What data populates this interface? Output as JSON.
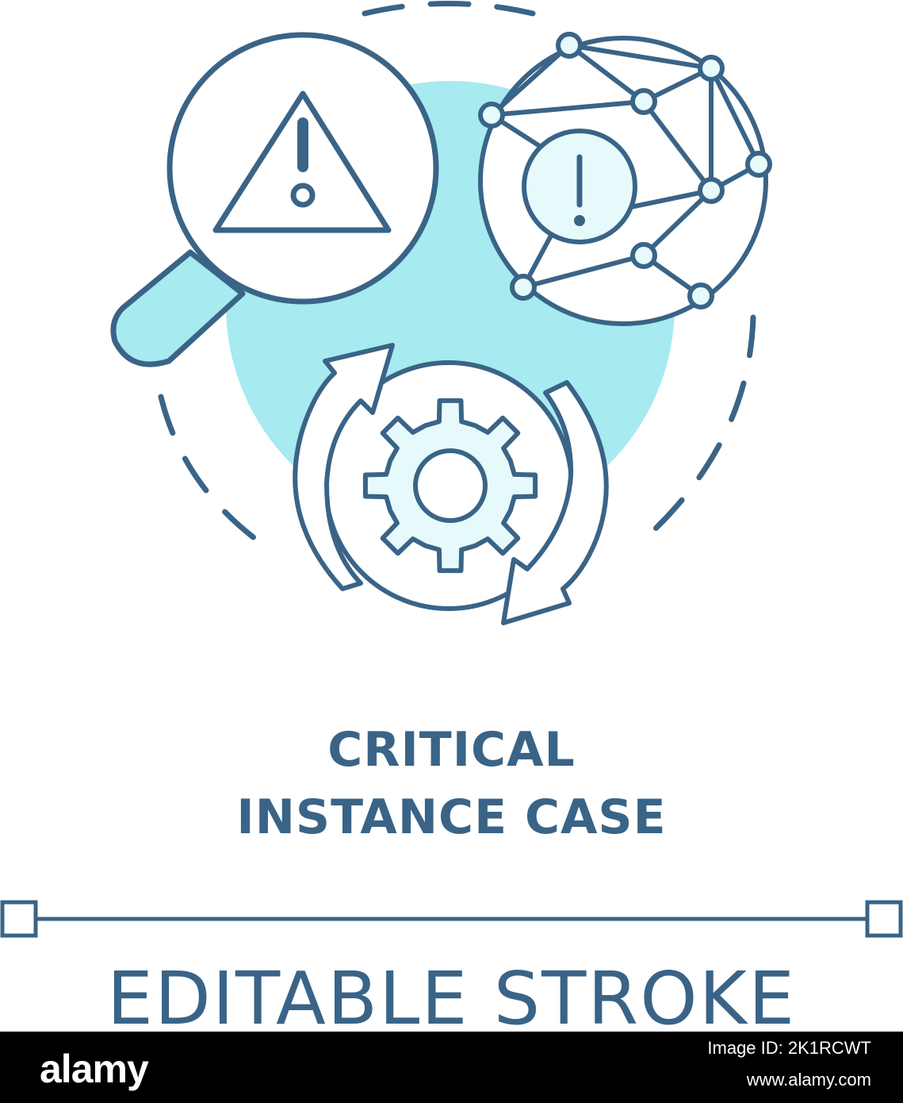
{
  "colors": {
    "stroke": "#3a6487",
    "accent_fill": "#a7eaf0",
    "light_fill": "#e6fafc",
    "background": "#ffffff",
    "footer_bg": "#000000"
  },
  "illustration": {
    "icons": [
      "magnifier-warning-icon",
      "network-alert-globe-icon",
      "gear-cycle-icon"
    ]
  },
  "title": {
    "line1": "CRITICAL",
    "line2": "INSTANCE CASE"
  },
  "caption": "EDITABLE STROKE",
  "footer": {
    "logo": "alamy",
    "image_id": "Image ID: 2K1RCWT",
    "url": "www.alamy.com"
  }
}
